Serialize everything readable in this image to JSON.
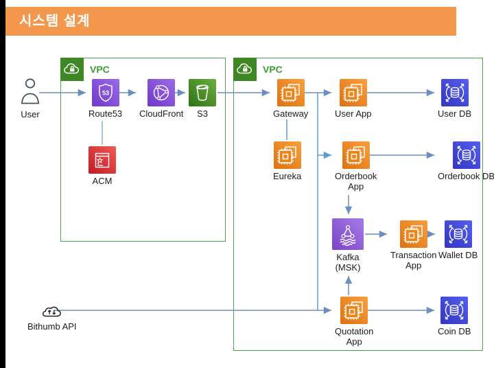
{
  "title": "시스템 설계",
  "colors": {
    "banner_bg": "#F2974B",
    "banner_text": "#FFFFFF",
    "vpc_border": "#4BA64B",
    "vpc_badge_bg": "#3F8624",
    "vpc_label_text": "#3F9C35",
    "arrow": "#6C8EBF",
    "branch_arrow": "#5B9BD5",
    "acm_connector": "#A9C4DE",
    "app_icon_orange": "#ED7D11",
    "db_icon_blue": "#3E49D0",
    "dns_icon_purple": "#7C4DDC",
    "kafka_icon_purple": "#8A55D6",
    "s3_icon_green": "#4C9A2A",
    "acm_icon_red": "#D92F2F"
  },
  "actors": {
    "user": {
      "label": "User"
    },
    "bithumb_api": {
      "label": "Bithumb API"
    }
  },
  "vpc1": {
    "label": "VPC",
    "nodes": {
      "route53": {
        "label": "Route53"
      },
      "cloudfront": {
        "label": "CloudFront"
      },
      "s3": {
        "label": "S3"
      },
      "acm": {
        "label": "ACM"
      }
    }
  },
  "vpc2": {
    "label": "VPC",
    "nodes": {
      "gateway": {
        "label": "Gateway"
      },
      "eureka": {
        "label": "Eureka"
      },
      "user_app": {
        "label": "User App"
      },
      "user_db": {
        "label": "User DB"
      },
      "orderbook_app": {
        "label": "Orderbook\nApp"
      },
      "orderbook_db": {
        "label": "Orderbook DB"
      },
      "kafka": {
        "label": "Kafka\n(MSK)"
      },
      "transaction_app": {
        "label": "Transaction\nApp"
      },
      "wallet_db": {
        "label": "Wallet DB"
      },
      "quotation_app": {
        "label": "Quotation\nApp"
      },
      "coin_db": {
        "label": "Coin DB"
      }
    }
  }
}
